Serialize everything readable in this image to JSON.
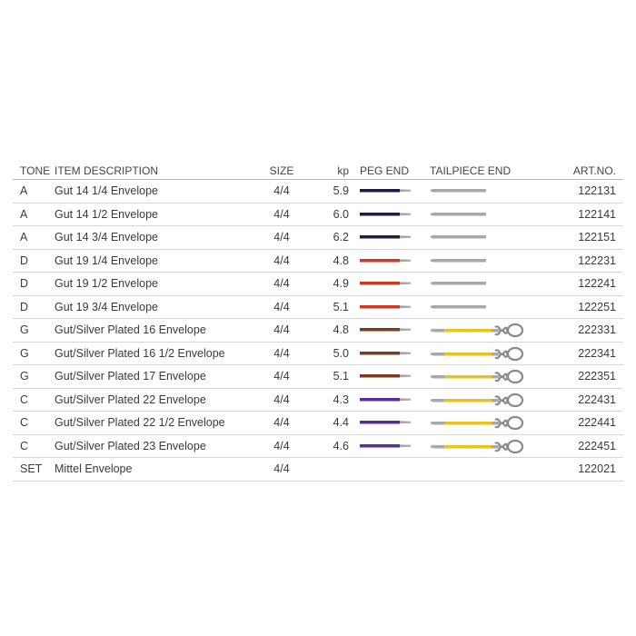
{
  "headers": {
    "tone": "TONE",
    "description": "ITEM DESCRIPTION",
    "size": "SIZE",
    "kp": "kp",
    "peg_end": "PEG END",
    "tailpiece_end": "TAILPIECE END",
    "art_no": "ART.NO."
  },
  "colors": {
    "navy": "#1c1c45",
    "red": "#cc3a22",
    "brown": "#7a3b22",
    "purple": "#5b2d9a",
    "gray": "#a8a8a8",
    "yellow": "#ecc11c"
  },
  "rows": [
    {
      "tone": "A",
      "description": "Gut 14 1/4 Envelope",
      "size": "4/4",
      "kp": "5.9",
      "peg_color": "navy",
      "tail": "plain",
      "art_no": "122131"
    },
    {
      "tone": "A",
      "description": "Gut 14 1/2 Envelope",
      "size": "4/4",
      "kp": "6.0",
      "peg_color": "navy",
      "tail": "plain",
      "art_no": "122141"
    },
    {
      "tone": "A",
      "description": "Gut 14 3/4 Envelope",
      "size": "4/4",
      "kp": "6.2",
      "peg_color": "navy",
      "tail": "plain",
      "art_no": "122151"
    },
    {
      "tone": "D",
      "description": "Gut 19 1/4 Envelope",
      "size": "4/4",
      "kp": "4.8",
      "peg_color": "red",
      "tail": "plain",
      "art_no": "122231"
    },
    {
      "tone": "D",
      "description": "Gut 19 1/2 Envelope",
      "size": "4/4",
      "kp": "4.9",
      "peg_color": "red",
      "tail": "plain",
      "art_no": "122241"
    },
    {
      "tone": "D",
      "description": "Gut 19 3/4 Envelope",
      "size": "4/4",
      "kp": "5.1",
      "peg_color": "red",
      "tail": "plain",
      "art_no": "122251"
    },
    {
      "tone": "G",
      "description": "Gut/Silver Plated 16 Envelope",
      "size": "4/4",
      "kp": "4.8",
      "peg_color": "brown",
      "tail": "loop",
      "art_no": "222331"
    },
    {
      "tone": "G",
      "description": "Gut/Silver Plated 16 1/2 Envelope",
      "size": "4/4",
      "kp": "5.0",
      "peg_color": "brown",
      "tail": "loop",
      "art_no": "222341"
    },
    {
      "tone": "G",
      "description": "Gut/Silver Plated 17 Envelope",
      "size": "4/4",
      "kp": "5.1",
      "peg_color": "brown",
      "tail": "loop",
      "art_no": "222351"
    },
    {
      "tone": "C",
      "description": "Gut/Silver Plated 22 Envelope",
      "size": "4/4",
      "kp": "4.3",
      "peg_color": "purple",
      "tail": "loop",
      "art_no": "222431"
    },
    {
      "tone": "C",
      "description": "Gut/Silver Plated 22 1/2 Envelope",
      "size": "4/4",
      "kp": "4.4",
      "peg_color": "purple",
      "tail": "loop",
      "art_no": "222441"
    },
    {
      "tone": "C",
      "description": "Gut/Silver Plated 23 Envelope",
      "size": "4/4",
      "kp": "4.6",
      "peg_color": "purple",
      "tail": "loop",
      "art_no": "222451"
    },
    {
      "tone": "SET",
      "description": "Mittel Envelope",
      "size": "4/4",
      "kp": "",
      "peg_color": "",
      "tail": "",
      "art_no": "122021"
    }
  ]
}
